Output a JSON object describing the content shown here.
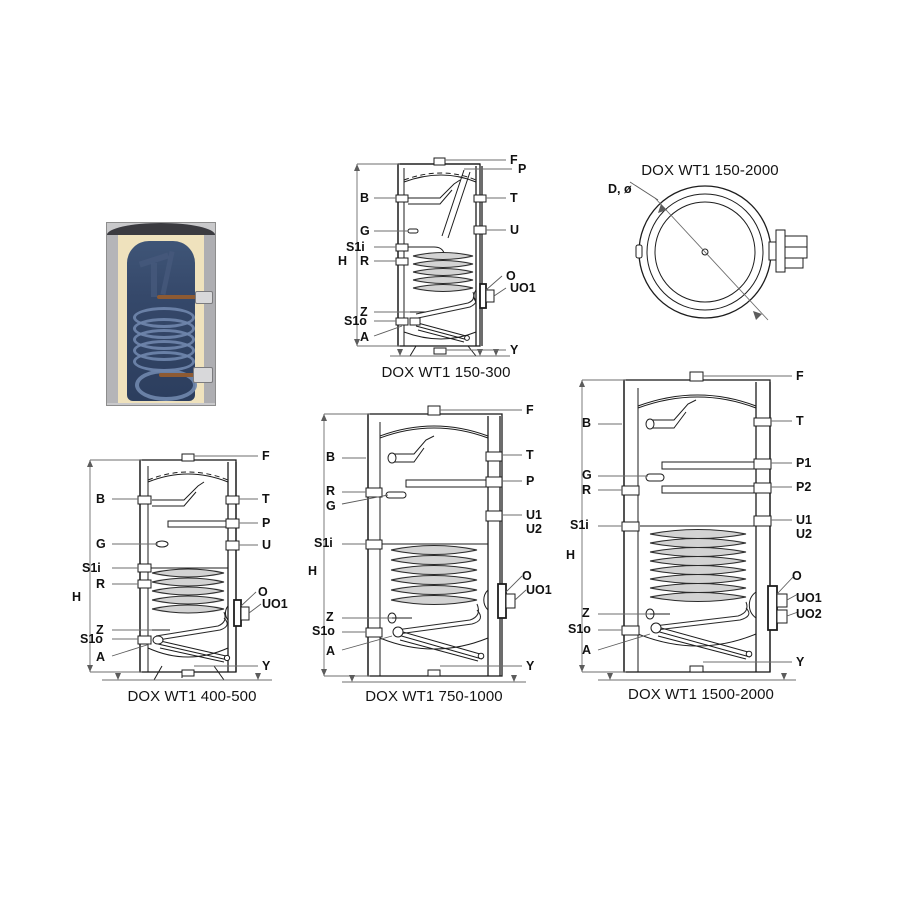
{
  "page": {
    "background": "#ffffff",
    "line_color": "#1d1d1d",
    "dim_color": "#6d6d6d",
    "insulation_color": "#efe2bd",
    "tank_interior_color": "#35486a"
  },
  "photo": {
    "name": "product-cutaway-photo",
    "alt": "Cutaway photo of DOX WT1 indirect water heater with coil heat exchanger"
  },
  "diagrams": [
    {
      "id": "dox-wt1-150-300",
      "title": "DOX WT1 150-300",
      "height_label": "H",
      "left_ports": [
        "B",
        "G",
        "S1i",
        "R",
        "Z",
        "S1o",
        "A"
      ],
      "right_ports": [
        "F",
        "P",
        "T",
        "U",
        "O",
        "UO1",
        "Y"
      ]
    },
    {
      "id": "dox-wt1-150-2000-top",
      "title": "DOX WT1 150-2000",
      "diameter_label": "D, ø",
      "view": "top"
    },
    {
      "id": "dox-wt1-400-500",
      "title": "DOX WT1 400-500",
      "height_label": "H",
      "left_ports": [
        "B",
        "G",
        "S1i",
        "R",
        "Z",
        "S1o",
        "A"
      ],
      "right_ports": [
        "F",
        "T",
        "P",
        "U",
        "O",
        "UO1",
        "Y"
      ]
    },
    {
      "id": "dox-wt1-750-1000",
      "title": "DOX WT1 750-1000",
      "height_label": "H",
      "left_ports": [
        "B",
        "R",
        "G",
        "S1i",
        "Z",
        "S1o",
        "A"
      ],
      "right_ports": [
        "F",
        "T",
        "P",
        "U1",
        "U2",
        "O",
        "UO1",
        "Y"
      ]
    },
    {
      "id": "dox-wt1-1500-2000",
      "title": "DOX WT1 1500-2000",
      "height_label": "H",
      "left_ports": [
        "B",
        "G",
        "R",
        "S1i",
        "Z",
        "S1o",
        "A"
      ],
      "right_ports": [
        "F",
        "T",
        "P1",
        "P2",
        "U1",
        "U2",
        "O",
        "UO1",
        "UO2",
        "Y"
      ]
    }
  ]
}
